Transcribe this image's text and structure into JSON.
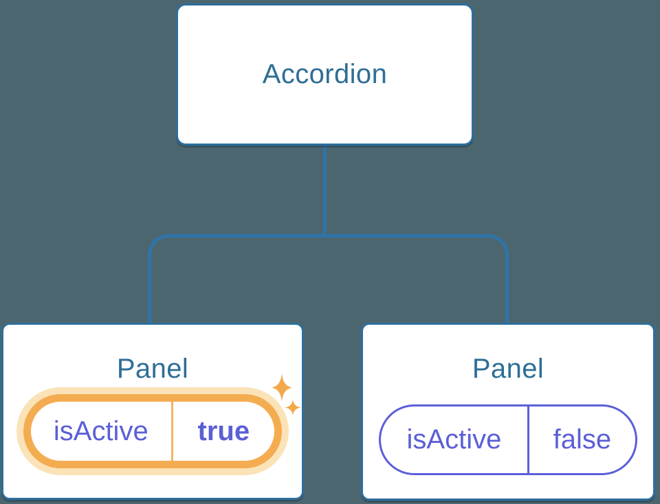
{
  "diagram": {
    "root": {
      "label": "Accordion"
    },
    "children": [
      {
        "label": "Panel",
        "state": {
          "name": "isActive",
          "value": "true"
        },
        "highlighted": true
      },
      {
        "label": "Panel",
        "state": {
          "name": "isActive",
          "value": "false"
        },
        "highlighted": false
      }
    ]
  },
  "icons": {
    "sparkle": "✦ four-point star (state-change highlight)"
  },
  "colors": {
    "background": "#4C6670",
    "node_fill": "#FFFFFF",
    "node_border": "#2D6F9D",
    "node_text": "#2E6E96",
    "connector": "#2E74A8",
    "prop_purple": "#5B5FD6",
    "ring_orange": "#F4AC51",
    "halo_orange": "#FBE3B7",
    "divider_orange": "#F6B45C",
    "sparkle_orange": "#F2A94C"
  }
}
